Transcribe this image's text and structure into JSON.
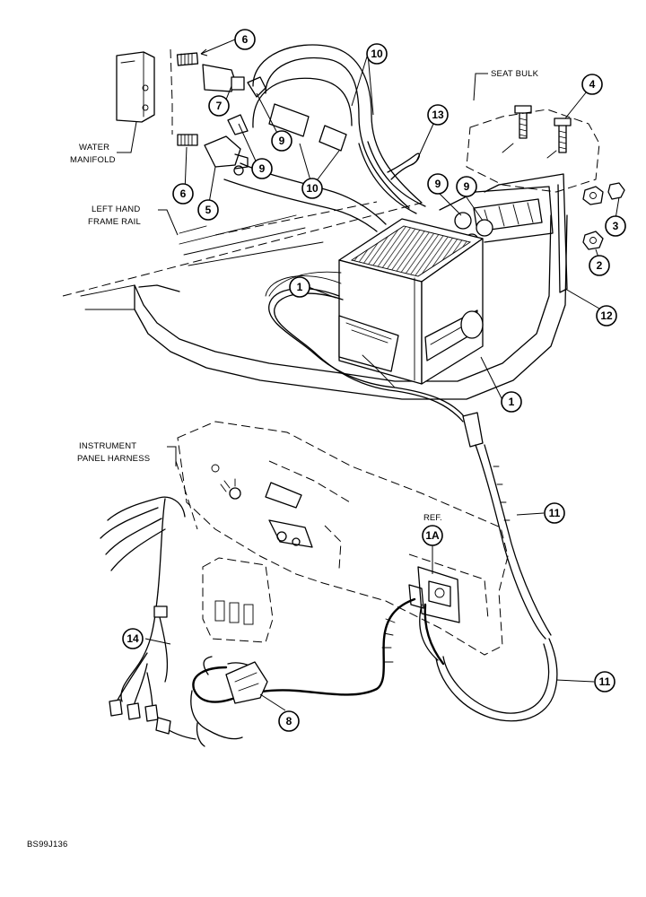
{
  "labels": {
    "seat_bulk": "SEAT BULK",
    "water_manifold_1": "WATER",
    "water_manifold_2": "MANIFOLD",
    "left_frame_1": "LEFT HAND",
    "left_frame_2": "FRAME RAIL",
    "harness_1": "INSTRUMENT",
    "harness_2": "PANEL HARNESS",
    "ref": "REF.",
    "figure_code": "BS99J136"
  },
  "callouts": [
    "1",
    "1",
    "1A",
    "2",
    "3",
    "4",
    "5",
    "6",
    "6",
    "7",
    "8",
    "9",
    "9",
    "9",
    "9",
    "10",
    "10",
    "11",
    "11",
    "12",
    "13",
    "14"
  ]
}
